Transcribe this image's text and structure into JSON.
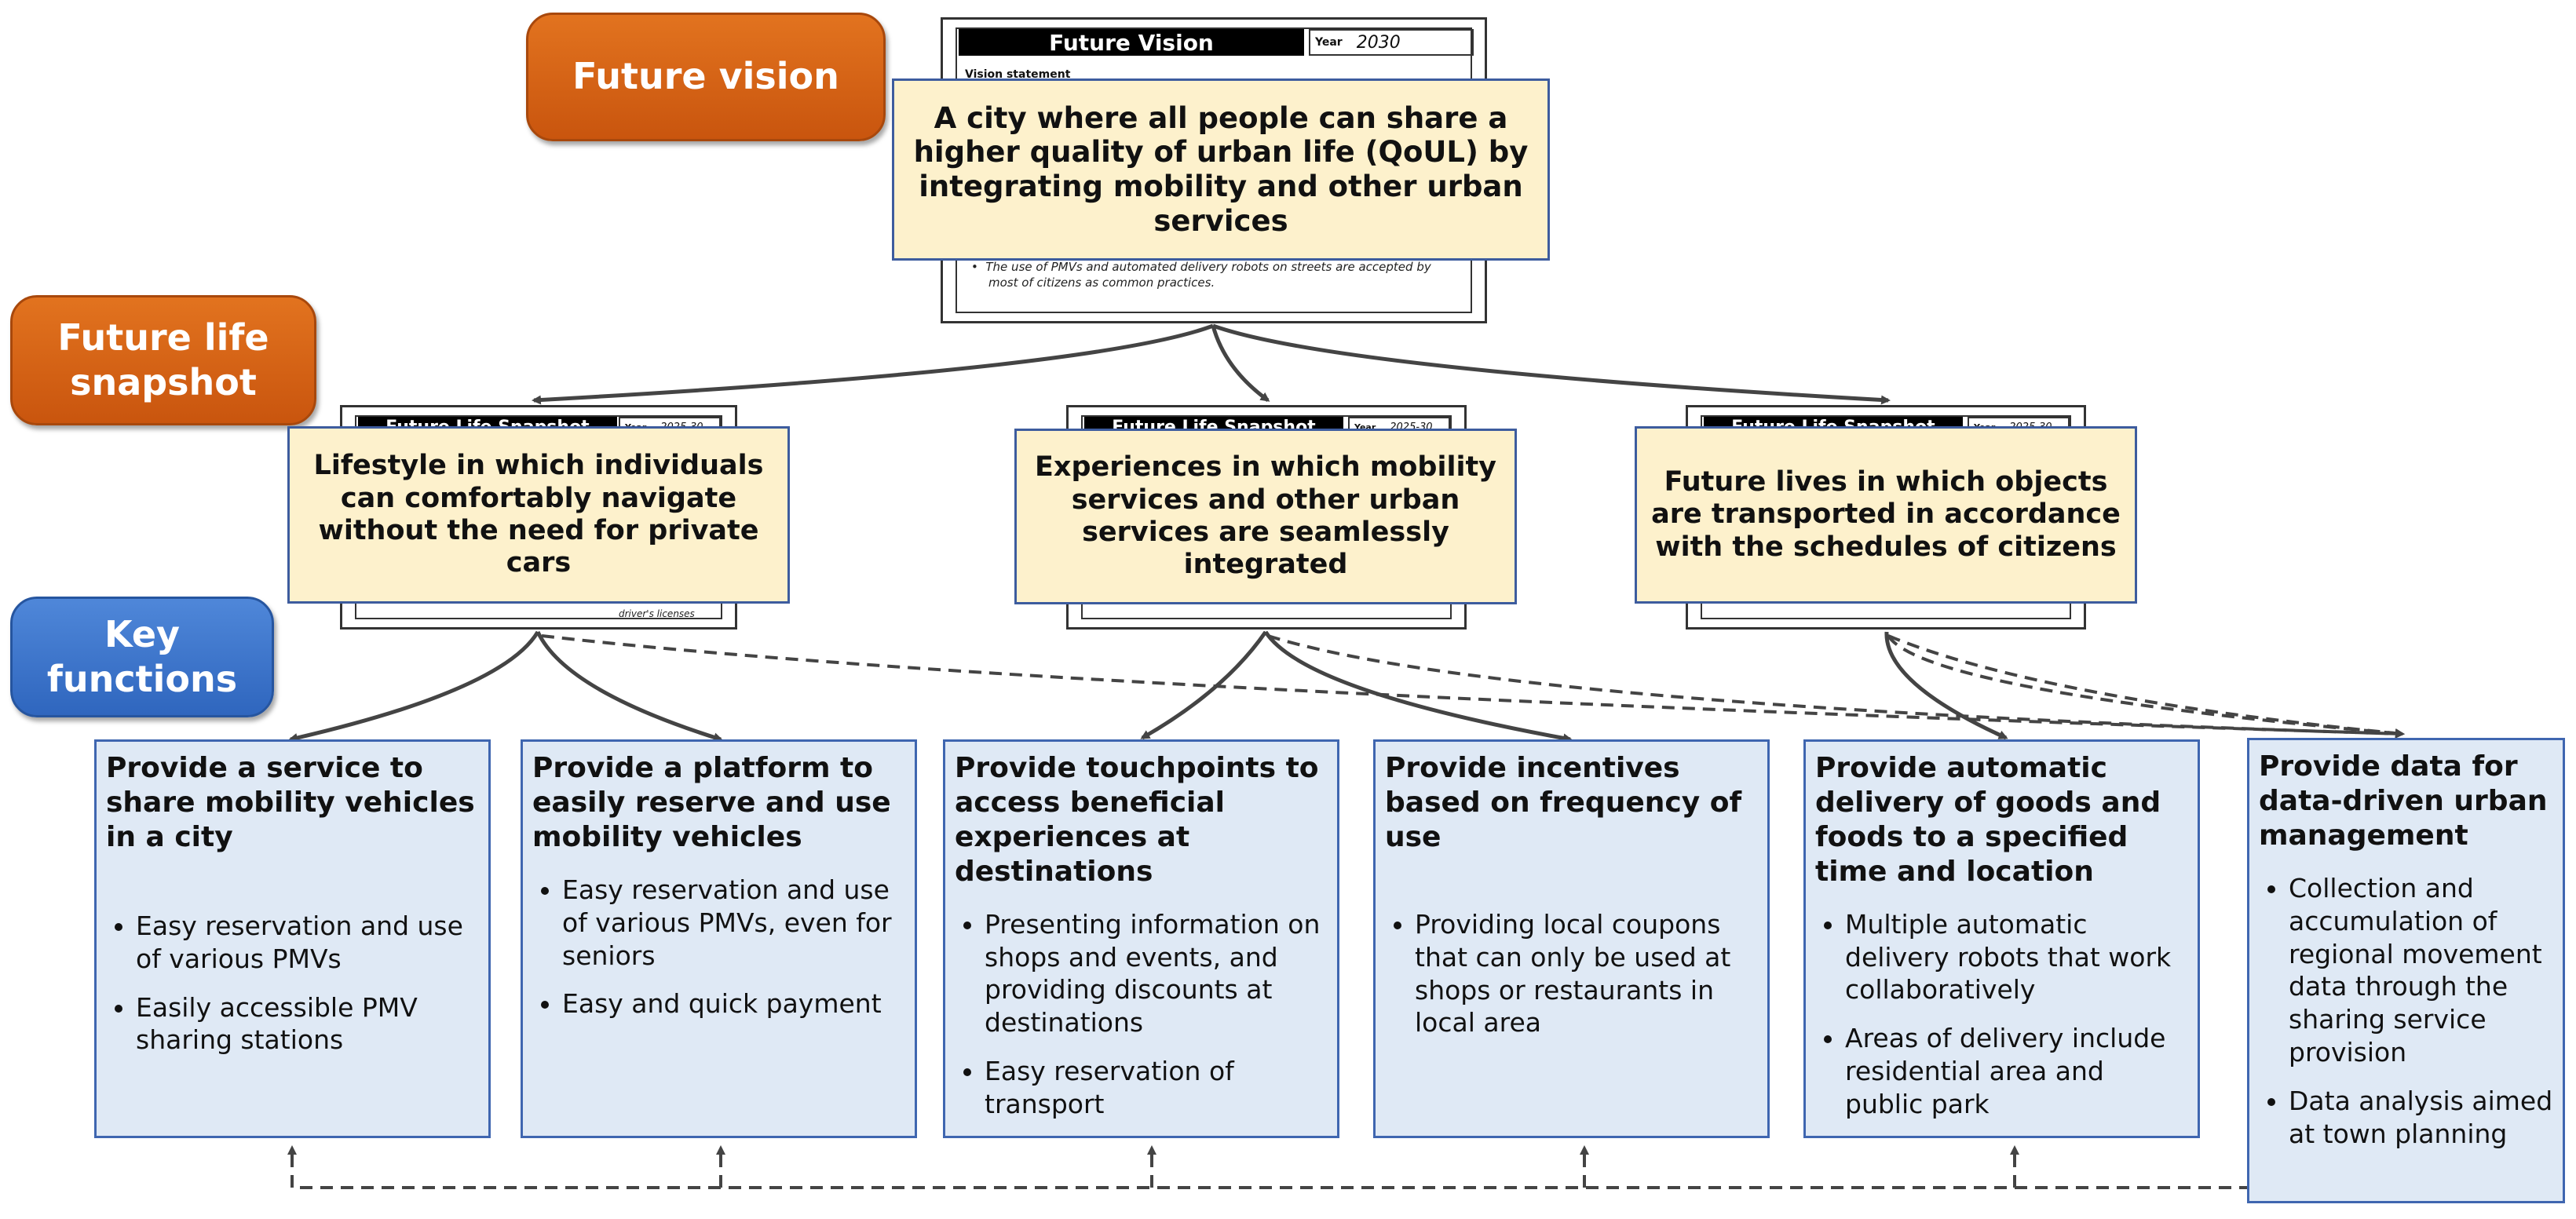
{
  "labels": {
    "future_vision": "Future vision",
    "future_life_snapshot": "Future life snapshot",
    "key_functions": "Key functions"
  },
  "vision_doc": {
    "header": "Future Vision",
    "year_label": "Year",
    "year_value": "2030",
    "statement_label": "Vision statement",
    "visible_line_1": "The use of PMVs and automated delivery robots on streets are accepted by",
    "visible_line_2": "most of citizens as common practices."
  },
  "vision_statement": "A city where all people can share a higher quality of urban life (QoUL) by integrating mobility and other urban services",
  "snapshot_doc": {
    "header": "Future Life Snapshot",
    "year_label": "Year",
    "year_value": "2025-30",
    "footnote_left": "driver's licenses"
  },
  "snapshots": [
    "Lifestyle in which individuals can comfortably navigate without the need for private cars",
    "Experiences in which mobility services and other urban services are seamlessly integrated",
    "Future lives in which objects are transported in accordance with the schedules of citizens"
  ],
  "functions": [
    {
      "title": "Provide a service to share mobility vehicles in a city",
      "bullets": [
        "Easy reservation and use of various PMVs",
        "Easily accessible PMV sharing stations"
      ]
    },
    {
      "title": "Provide a platform to easily reserve and use mobility vehicles",
      "bullets": [
        "Easy reservation and use of various PMVs, even for seniors",
        "Easy and quick payment"
      ]
    },
    {
      "title": "Provide touchpoints to access beneficial experiences at destinations",
      "bullets": [
        "Presenting information on shops and events, and providing discounts at destinations",
        "Easy reservation of transport"
      ]
    },
    {
      "title": "Provide incentives based on frequency of use",
      "bullets": [
        "Providing local coupons that can only be used at shops or restaurants in local area"
      ]
    },
    {
      "title": "Provide automatic delivery of goods and foods to a specified time and location",
      "bullets": [
        "Multiple automatic delivery robots that work collaboratively",
        "Areas of delivery include residential area and public park"
      ]
    },
    {
      "title": "Provide data for data-driven urban management",
      "bullets": [
        "Collection and accumulation of regional movement data through the sharing service provision",
        "Data analysis aimed at town planning"
      ]
    }
  ],
  "colors": {
    "orange": "#d4621a",
    "blue": "#3a72c8",
    "yellow_fill": "#fdf1cc",
    "box_fill": "#dfe9f5",
    "line": "#444444"
  }
}
